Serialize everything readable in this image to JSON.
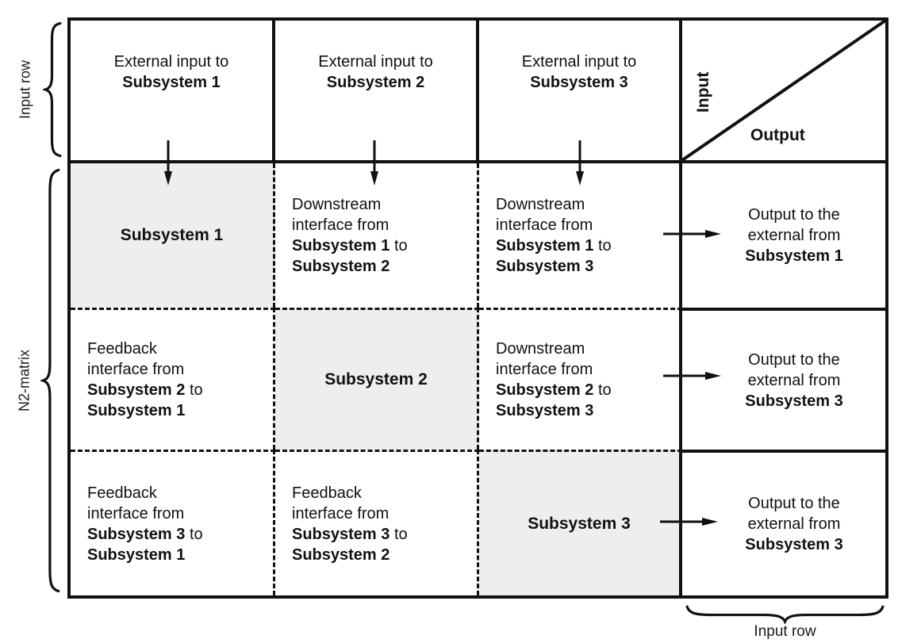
{
  "annotations": {
    "input_row_left": "Input row",
    "n2_matrix": "N2-matrix",
    "input_row_bottom": "Input row"
  },
  "corner": {
    "input": "Input",
    "output": "Output"
  },
  "headers": [
    {
      "l1": "External input to",
      "sub": "Subsystem 1"
    },
    {
      "l1": "External input to",
      "sub": "Subsystem 2"
    },
    {
      "l1": "External input to",
      "sub": "Subsystem 3"
    }
  ],
  "cells": {
    "diag1": "Subsystem 1",
    "diag2": "Subsystem 2",
    "diag3": "Subsystem 3",
    "d12": {
      "l1": "Downstream",
      "l2": "interface from",
      "a": "Subsystem 1",
      "mid": " to",
      "b": "Subsystem 2"
    },
    "d13": {
      "l1": "Downstream",
      "l2": "interface from",
      "a": "Subsystem 1",
      "mid": " to",
      "b": "Subsystem 3"
    },
    "f21": {
      "l1": "Feedback",
      "l2": "interface from",
      "a": "Subsystem 2",
      "mid": " to",
      "b": "Subsystem 1"
    },
    "d23": {
      "l1": "Downstream",
      "l2": "interface from",
      "a": "Subsystem 2",
      "mid": " to",
      "b": "Subsystem 3"
    },
    "f31": {
      "l1": "Feedback",
      "l2": "interface from",
      "a": "Subsystem 3",
      "mid": " to",
      "b": "Subsystem 1"
    },
    "f32": {
      "l1": "Feedback",
      "l2": "interface from",
      "a": "Subsystem 3",
      "mid": " to",
      "b": "Subsystem 2"
    },
    "out1": {
      "l1": "Output to the",
      "l2": "external from",
      "sub": "Subsystem 1"
    },
    "out2": {
      "l1": "Output to the",
      "l2": "external from",
      "sub": "Subsystem 3"
    },
    "out3": {
      "l1": "Output to the",
      "l2": "external from",
      "sub": "Subsystem 3"
    }
  },
  "colors": {
    "line": "#111111",
    "shaded_cell": "#eeeeee",
    "background": "#ffffff"
  }
}
